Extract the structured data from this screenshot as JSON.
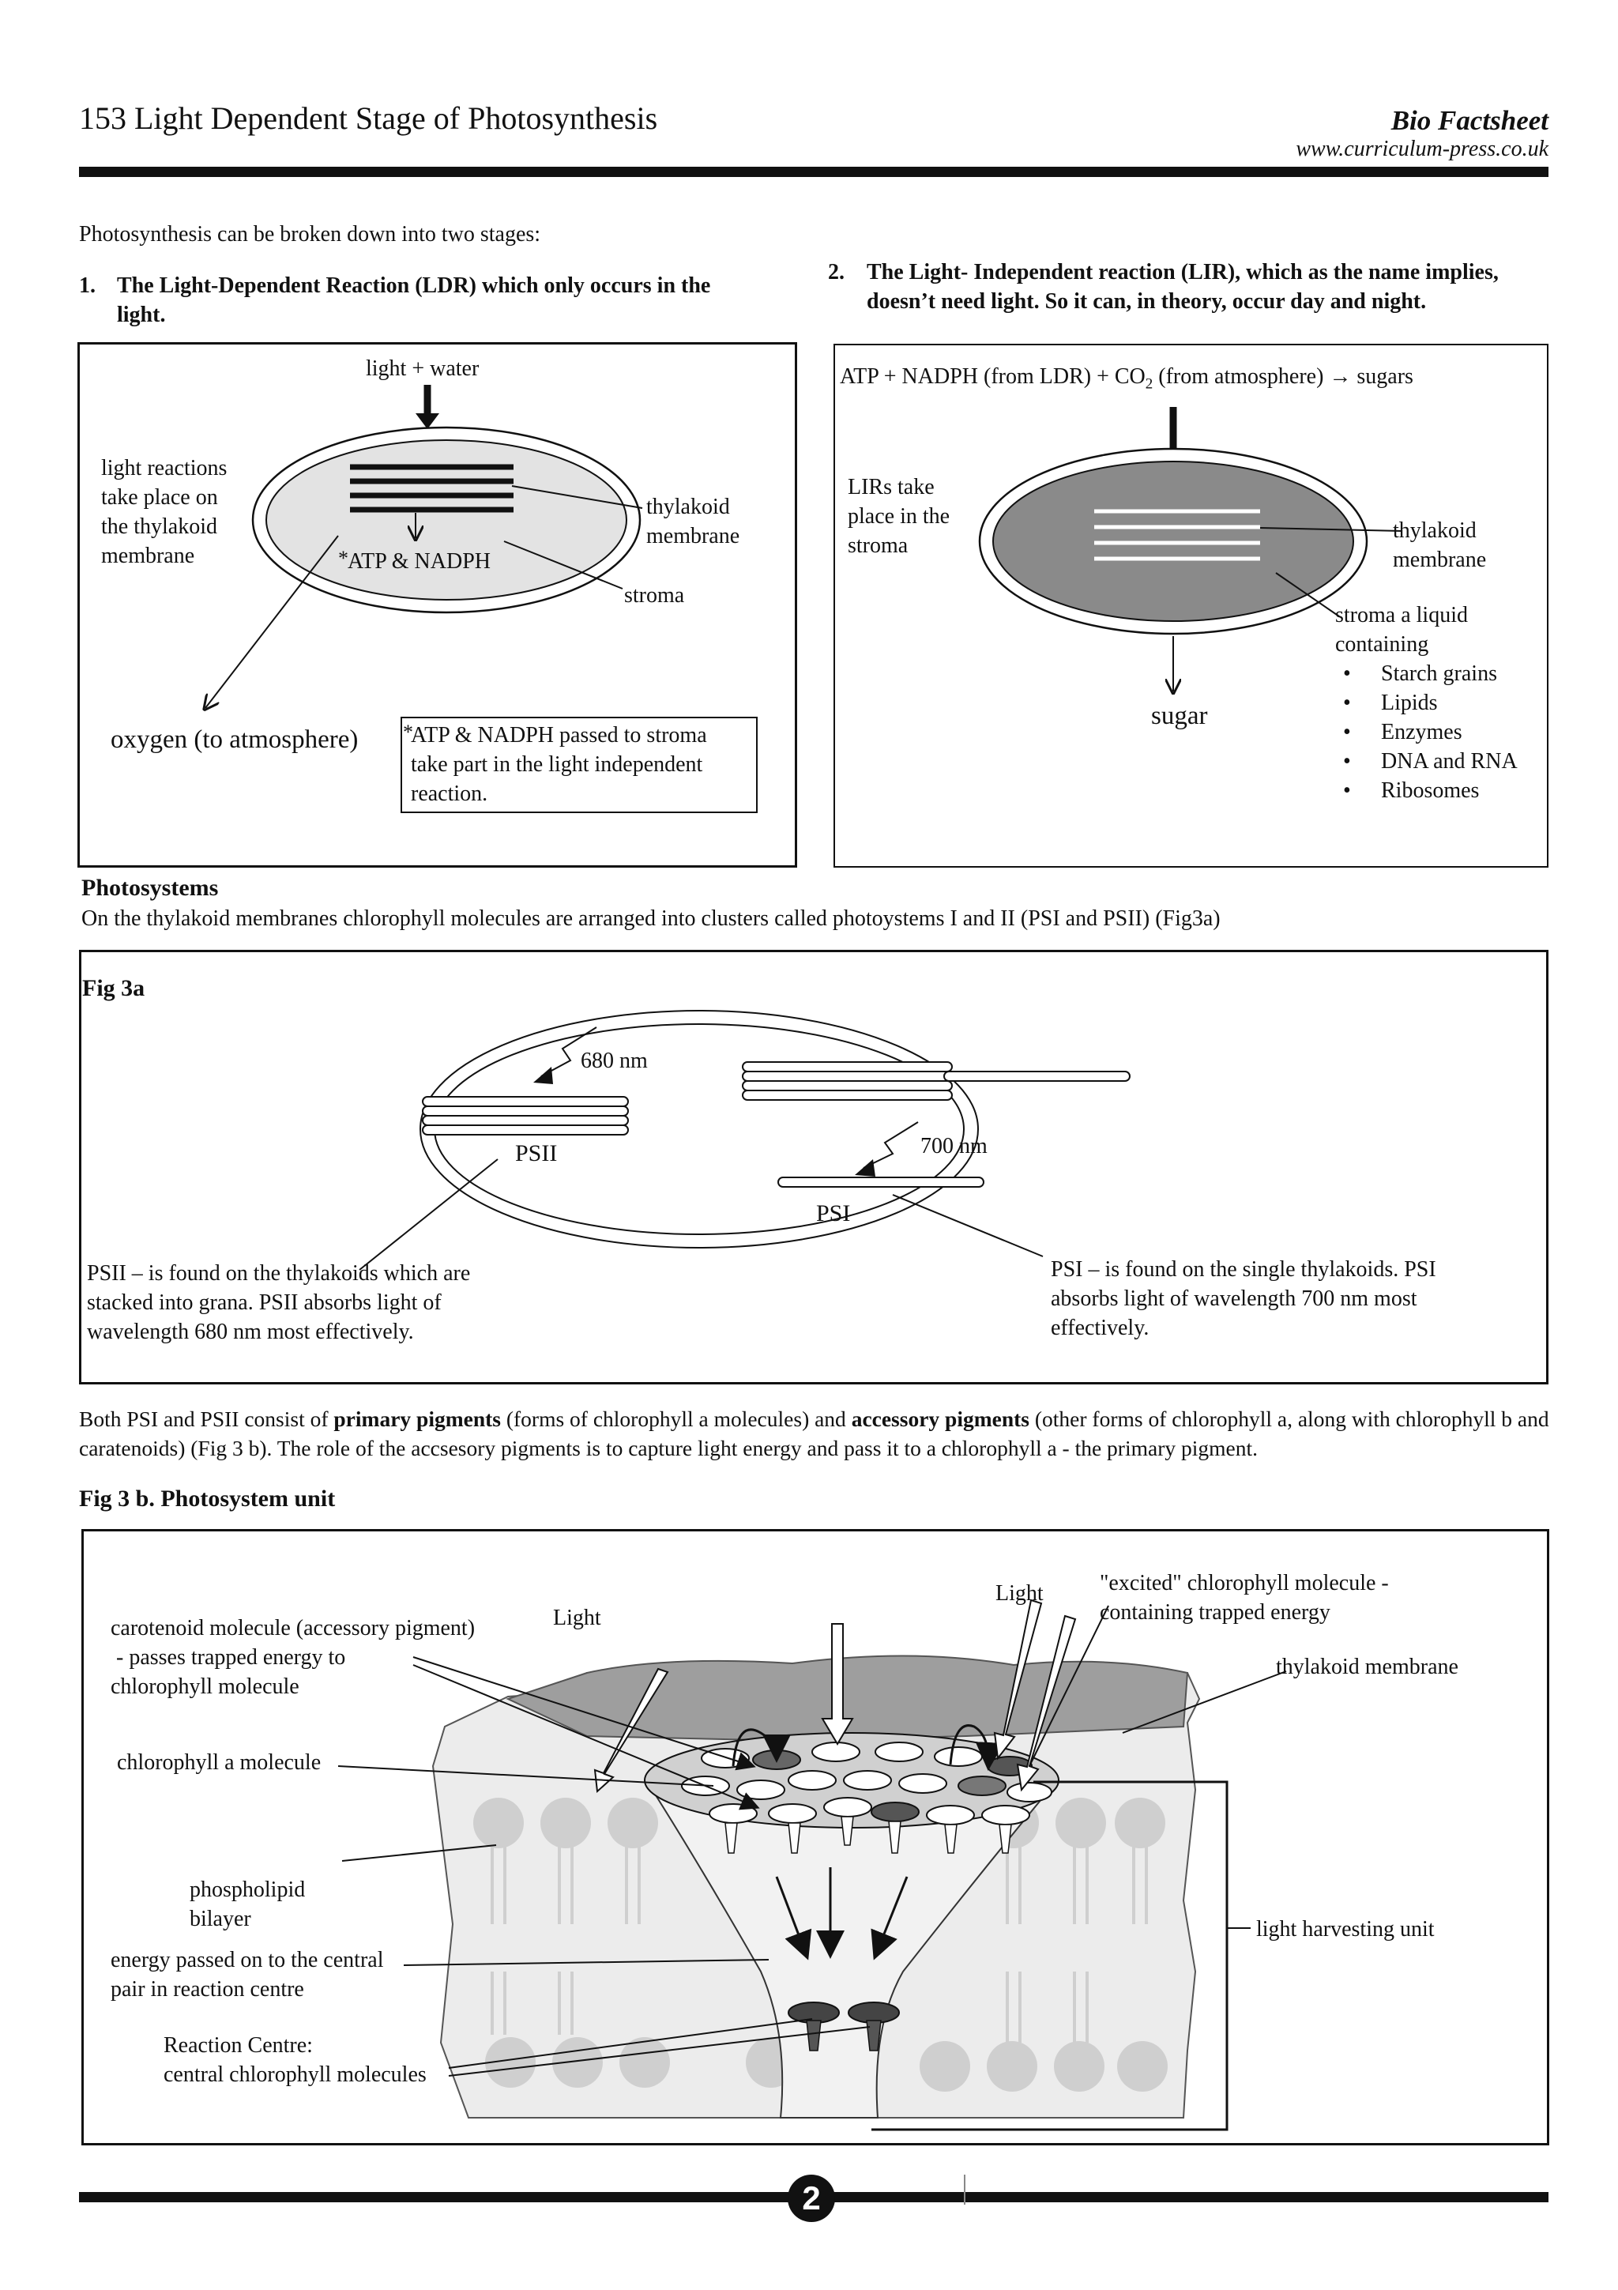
{
  "header": {
    "title": "153 Light Dependent Stage of Photosynthesis",
    "brand": "Bio Factsheet",
    "url": "www.curriculum-press.co.uk"
  },
  "intro": {
    "lead": "Photosynthesis can be broken down into two stages:",
    "stage1_num": "1.",
    "stage1_line1": "The Light-Dependent Reaction (LDR) which only occurs in the",
    "stage1_line2": "light.",
    "stage2_num": "2.",
    "stage2_line1": "The Light- Independent reaction (LIR), which as the name implies,",
    "stage2_line2": "doesn’t need light. So it can, in theory, occur day and night."
  },
  "ldr_diagram": {
    "light_water": "light + water",
    "light_reactions": [
      "light reactions",
      "take place on",
      "the thylakoid",
      "membrane"
    ],
    "thylakoid_membrane": [
      "thylakoid",
      "membrane"
    ],
    "atp_nadph": "ATP & NADPH",
    "asterisk": "*",
    "stroma": "stroma",
    "oxygen": "oxygen (to atmosphere)",
    "note": [
      "ATP & NADPH passed to stroma",
      "take part in the light independent",
      "reaction."
    ]
  },
  "lir_diagram": {
    "equation_part1": "ATP + NADPH (from LDR) + CO",
    "equation_sub": "2",
    "equation_part2": " (from atmosphere) → sugars",
    "lirs": [
      "LIRs take",
      "place in the",
      "stroma"
    ],
    "thylakoid_membrane": [
      "thylakoid",
      "membrane"
    ],
    "stroma_desc": [
      "stroma a liquid",
      "containing"
    ],
    "contents": [
      "Starch grains",
      "Lipids",
      "Enzymes",
      "DNA and RNA",
      "Ribosomes"
    ],
    "sugar": "sugar"
  },
  "photosystems": {
    "heading": "Photosystems",
    "text": "On the thylakoid membranes chlorophyll molecules are arranged into clusters called photoystems I and II (PSI and PSII) (Fig3a)"
  },
  "fig3a": {
    "label": "Fig 3a",
    "nm680": "680 nm",
    "nm700": "700 nm",
    "psii": "PSII",
    "psi": "PSI",
    "psii_desc": [
      "PSII – is found on the thylakoids which are",
      "stacked into grana. PSII absorbs light of",
      "wavelength 680 nm most effectively."
    ],
    "psi_desc": [
      "PSI – is found on the single thylakoids. PSI",
      "absorbs light of wavelength 700 nm most",
      "effectively."
    ]
  },
  "pigments": {
    "p1": "Both PSI and PSII consist of ",
    "b1": "primary pigments",
    "p2": " (forms of chlorophyll a molecules) and ",
    "b2": "accessory pigments",
    "p3": " (other forms of chlorophyll a, along with chlorophyll b and caratenoids) (Fig 3 b). The role of the accsesory pigments is to capture light energy and pass it to a chlorophyll a - the primary pigment."
  },
  "fig3b": {
    "label": "Fig 3 b. Photosystem unit",
    "light1": "Light",
    "light2": "Light",
    "excited": [
      "\"excited\" chlorophyll molecule -",
      "containing trapped energy"
    ],
    "carotenoid": [
      "carotenoid molecule (accessory pigment)",
      " - passes trapped energy to",
      "chlorophyll molecule"
    ],
    "thylakoid_membrane": "thylakoid membrane",
    "chlorophyll_a": "chlorophyll a molecule",
    "phospholipid": [
      "phospholipid",
      "bilayer"
    ],
    "energy_passed": [
      "energy passed on to the central",
      "pair in reaction centre"
    ],
    "light_harvesting": "light harvesting unit",
    "reaction_centre": [
      "Reaction Centre:",
      "central chlorophyll molecules"
    ]
  },
  "footer": {
    "page": "2"
  }
}
